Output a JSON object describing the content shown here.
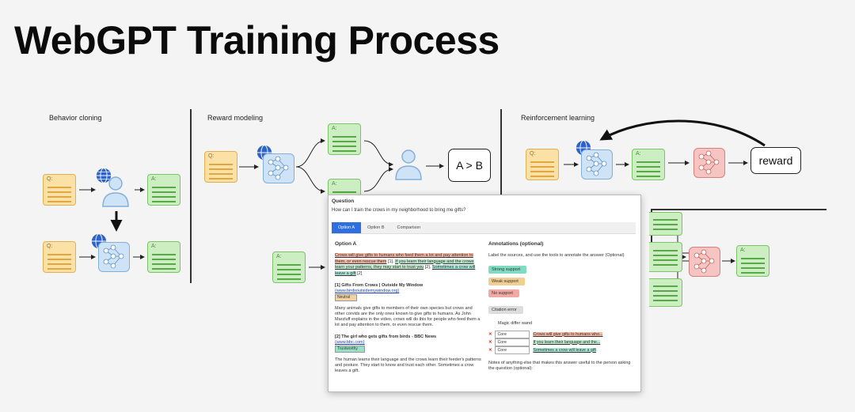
{
  "title": "WebGPT Training Process",
  "sections": {
    "behavior_cloning": "Behavior cloning",
    "reward_modeling": "Reward modeling",
    "reinforcement_learning": "Reinforcement learning"
  },
  "labels": {
    "q": "Q:",
    "a": "A:",
    "compare": "A > B",
    "reward": "reward"
  },
  "colors": {
    "question_fill": "#fbe1a6",
    "answer_fill": "#cdeec3",
    "model_fill": "#cfe3f7",
    "reward_model_fill": "#f6c4c2"
  },
  "panel": {
    "heading": "Question",
    "question": "How can I train the crows in my neighborhood to bring me gifts?",
    "tabs": [
      "Option A",
      "Option B",
      "Comparison"
    ],
    "option_heading": "Option A",
    "answer": {
      "s1": "Crows will give gifts to humans who feed them a lot and pay attention to them, or even rescue them",
      "c1": "[1].",
      "s2": "If you learn their language and the crows learn your patterns, they may start to trust you",
      "c2": "[2].",
      "s3": "Sometimes a crow will leave a gift",
      "c3": "[2]"
    },
    "sources": [
      {
        "title": "[1] Gifts From Crows | Outside My Window",
        "url": "(www.birdsoutsidemywindow.org)",
        "rating": "Neutral",
        "text": "Many animals give gifts to members of their own species but crows and other corvids are the only ones known to give gifts to humans. As John Marzluff explains in the video, crows will do this for people who feed them a lot and pay attention to them, or even rescue them."
      },
      {
        "title": "[2] The girl who gets gifts from birds - BBC News",
        "url": "(www.bbc.com)",
        "rating": "Trustworthy",
        "text": "The human learns their language and the crows learn their feeder's patterns and posture. They start to know and trust each other. Sometimes a crow leaves a gift."
      }
    ],
    "annotations": {
      "heading": "Annotations (optional)",
      "instructions": "Label the sources, and use the tools to annotate the answer (Optional)",
      "buttons": [
        "Strong support",
        "Weak support",
        "No support"
      ],
      "citation": "Citation error",
      "wand": "Magic differ wand",
      "rows": [
        {
          "type": "Core",
          "text": "Crows will give gifts to humans who..."
        },
        {
          "type": "Core",
          "text": "If you learn their language and the..."
        },
        {
          "type": "Core",
          "text": "Sometimes a crow will leave a gift"
        }
      ],
      "notes": "Notes of anything else that makes this answer useful to the person asking the question (optional):"
    }
  }
}
